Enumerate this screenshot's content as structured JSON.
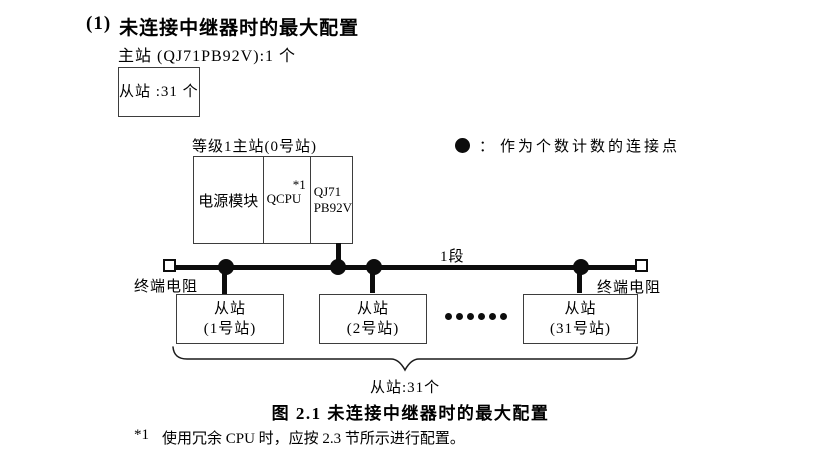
{
  "header": {
    "number": "(1)",
    "title": "未连接中继器时的最大配置",
    "master_spec": "主站 (QJ71PB92V):1 个",
    "slave_spec": "从站 :31 个"
  },
  "diagram": {
    "master_label": "等级1主站(0号站)",
    "master": {
      "power_module": "电源模块",
      "cpu": "QCPU",
      "cpu_note": "*1",
      "module_line1": "QJ71",
      "module_line2": "PB92V"
    },
    "legend": {
      "colon": "：",
      "text": "作为个数计数的连接点"
    },
    "segment_label": "1段",
    "terminator_left": "终端电阻",
    "terminator_right": "终端电阻",
    "slaves": [
      {
        "line1": "从站",
        "line2": "(1号站)"
      },
      {
        "line1": "从站",
        "line2": "(2号站)"
      },
      {
        "line1": "从站",
        "line2": "(31号站)"
      }
    ],
    "brace_label": "从站:31个"
  },
  "caption": "图 2.1 未连接中继器时的最大配置",
  "footnote": {
    "marker": "*1",
    "text": "使用冗余 CPU 时，应按 2.3 节所示进行配置。"
  },
  "colors": {
    "ink": "#0d0d0d",
    "box_border": "#3d3d3d",
    "background": "#ffffff"
  }
}
